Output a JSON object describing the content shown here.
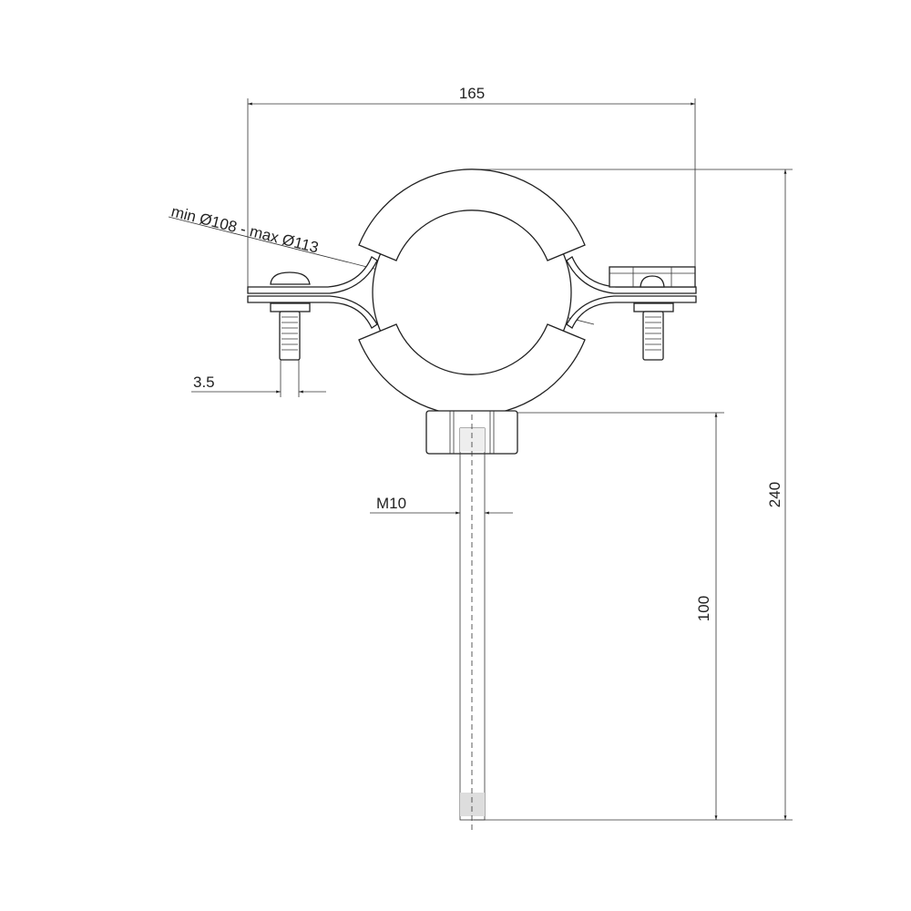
{
  "dimensions": {
    "width": "165",
    "pipe_diameter": "min Ø108 - max Ø113",
    "bolt": "3.5",
    "thread": "M10",
    "rod_length": "100",
    "height": "240"
  }
}
